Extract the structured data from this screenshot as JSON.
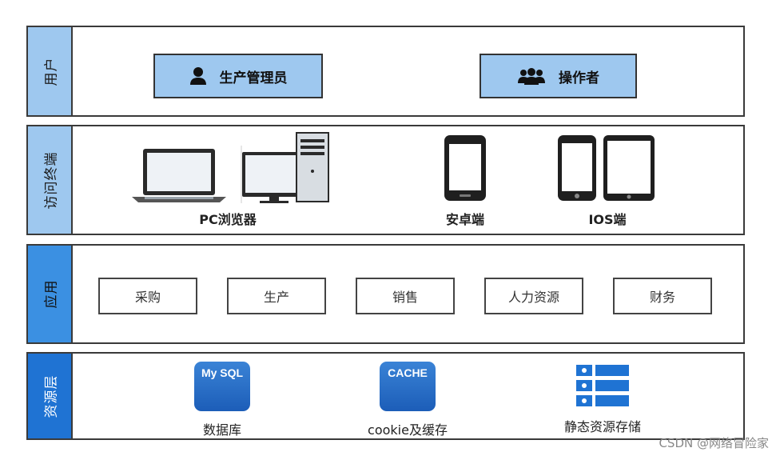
{
  "layers": [
    {
      "label": "用户"
    },
    {
      "label": "访问终端"
    },
    {
      "label": "应用"
    },
    {
      "label": "资源层"
    }
  ],
  "users": [
    {
      "label": "生产管理员",
      "icon": "person-icon"
    },
    {
      "label": "操作者",
      "icon": "group-icon"
    }
  ],
  "terminals": [
    {
      "label": "PC浏览器",
      "icon": "laptop-desktop-icon"
    },
    {
      "label": "安卓端",
      "icon": "phone-icon"
    },
    {
      "label": "IOS端",
      "icon": "phone-tablet-icon"
    }
  ],
  "apps": [
    "采购",
    "生产",
    "销售",
    "人力资源",
    "财务"
  ],
  "resources": [
    {
      "label": "数据库",
      "badge": "My SQL",
      "icon": "database-icon"
    },
    {
      "label": "cookie及缓存",
      "badge": "CACHE",
      "icon": "cache-icon"
    },
    {
      "label": "静态资源存储",
      "icon": "storage-grid-icon"
    }
  ],
  "watermark": "CSDN @网络冒险家",
  "colors": {
    "light_blue": "#9ec8ef",
    "mid_blue": "#3b90e2",
    "dark_blue": "#1f73d3"
  }
}
